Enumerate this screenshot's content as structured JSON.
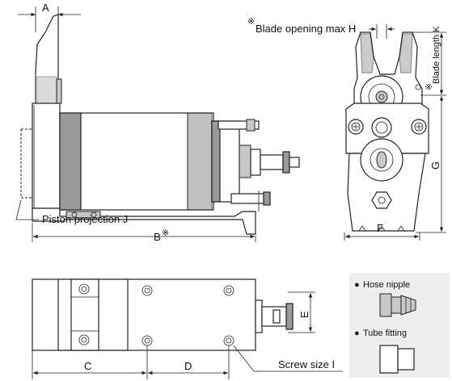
{
  "labels": {
    "a": "A",
    "b": "B",
    "b_mark": "※",
    "c": "C",
    "d": "D",
    "e": "E",
    "f": "F",
    "g": "G",
    "blade_opening_mark": "※",
    "blade_opening": "Blade opening max H",
    "blade_length_mark": "※",
    "blade_length": "Blade length K",
    "piston_projection": "Piston projection J",
    "screw_size": "Screw size I"
  },
  "legend": {
    "hose_nipple": "Hose nipple",
    "tube_fitting": "Tube fitting",
    "bullet": "●"
  }
}
